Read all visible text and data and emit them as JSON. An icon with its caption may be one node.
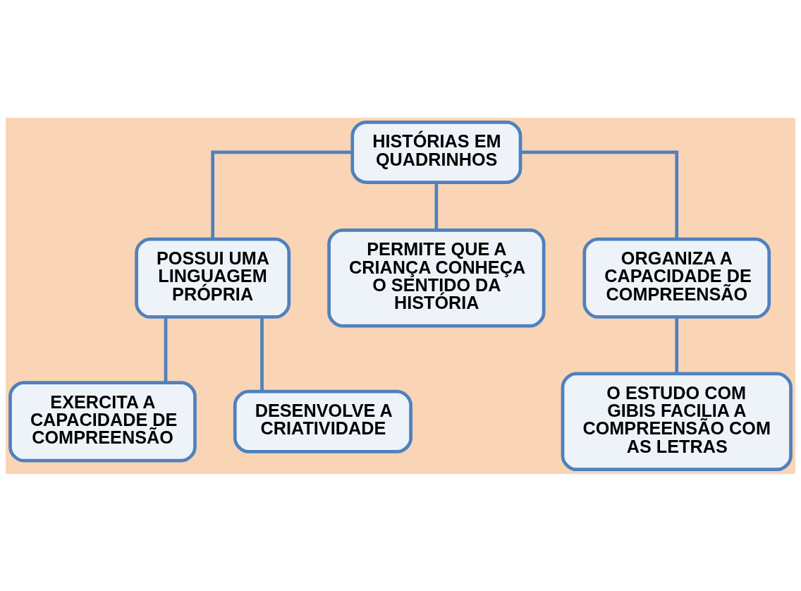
{
  "diagram": {
    "nodes": [
      {
        "text": [
          "HISTÓRIAS EM QUADRINHOS"
        ]
      },
      {
        "text": [
          "POSSUI UMA LINGUAGEM PRÓPRIA"
        ]
      },
      {
        "text": [
          "PERMITE QUE A CRIANÇA CONHEÇA O SENTIDO DA HISTÓRIA"
        ]
      },
      {
        "text": [
          "ORGANIZA A CAPACIDADE DE COMPREENSÃO"
        ]
      },
      {
        "text": [
          "EXERCITA A CAPACIDADE DE COMPREENSÃO"
        ]
      },
      {
        "text": [
          "DESENVOLVE A CRIATIVIDADE"
        ]
      },
      {
        "text": [
          "O ESTUDO COM GIBIS FACILIA A COMPREENSÃO COM AS LETRAS"
        ]
      }
    ],
    "edges": [
      {
        "from": 0,
        "to": 1,
        "arrow": "none"
      },
      {
        "from": 0,
        "to": 2,
        "arrow": "none"
      },
      {
        "from": 0,
        "to": 3,
        "arrow": "none"
      },
      {
        "from": 1,
        "to": 4,
        "arrow": "none"
      },
      {
        "from": 1,
        "to": 5,
        "arrow": "none"
      },
      {
        "from": 3,
        "to": 6,
        "arrow": "none"
      }
    ]
  }
}
